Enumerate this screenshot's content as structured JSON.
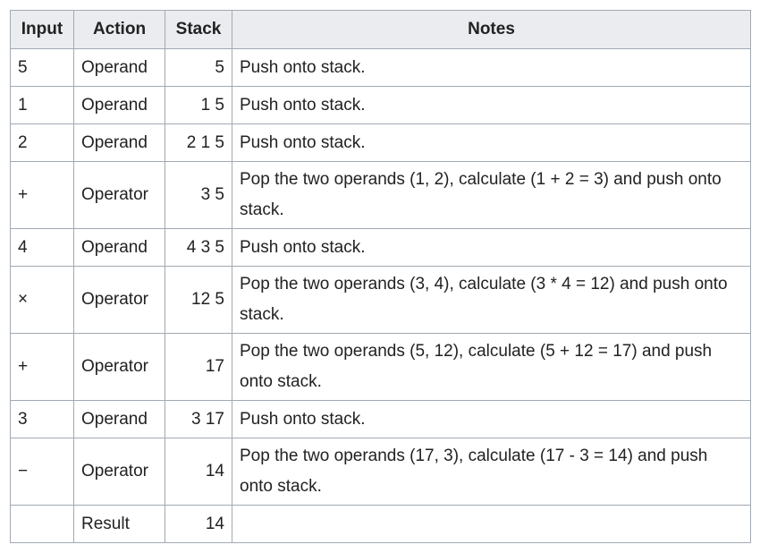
{
  "table": {
    "headers": {
      "input": "Input",
      "action": "Action",
      "stack": "Stack",
      "notes": "Notes"
    },
    "rows": [
      {
        "input": "5",
        "action": "Operand",
        "stack": "5",
        "notes": "Push onto stack."
      },
      {
        "input": "1",
        "action": "Operand",
        "stack": "1 5",
        "notes": "Push onto stack."
      },
      {
        "input": "2",
        "action": "Operand",
        "stack": "2 1 5",
        "notes": "Push onto stack."
      },
      {
        "input": "+",
        "action": "Operator",
        "stack": "3 5",
        "notes": "Pop the two operands (1, 2), calculate (1 + 2 = 3) and push onto stack."
      },
      {
        "input": "4",
        "action": "Operand",
        "stack": "4 3 5",
        "notes": "Push onto stack."
      },
      {
        "input": "×",
        "action": "Operator",
        "stack": "12 5",
        "notes": "Pop the two operands (3, 4), calculate (3 * 4 = 12) and push onto stack."
      },
      {
        "input": "+",
        "action": "Operator",
        "stack": "17",
        "notes": "Pop the two operands (5, 12), calculate (5 + 12 = 17) and push onto stack."
      },
      {
        "input": "3",
        "action": "Operand",
        "stack": "3 17",
        "notes": "Push onto stack."
      },
      {
        "input": "−",
        "action": "Operator",
        "stack": "14",
        "notes": "Pop the two operands (17, 3), calculate (17 - 3 = 14) and push onto stack."
      },
      {
        "input": "",
        "action": "Result",
        "stack": "14",
        "notes": ""
      }
    ]
  }
}
